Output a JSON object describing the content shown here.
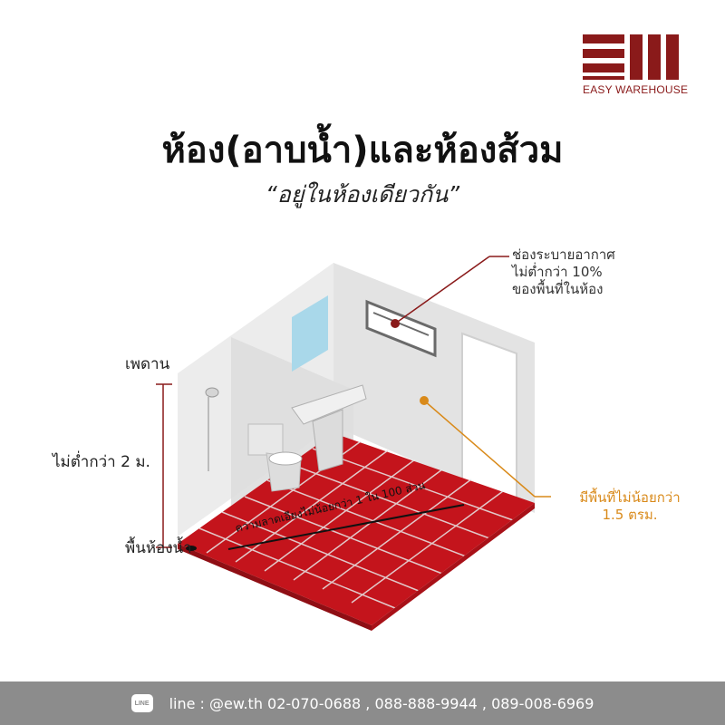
{
  "brand": {
    "name": "EASY WAREHOUSE",
    "color": "#8a1a1a"
  },
  "title": "ห้อง(อาบน้ำ)และห้องส้วม",
  "subtitle": "“อยู่ในห้องเดียวกัน”",
  "annotations": {
    "ventilation": [
      "ช่องระบายอากาศ",
      "ไม่ต่ำกว่า 10%",
      "ของพื้นที่ในห้อง"
    ],
    "area": [
      "มีพื้นที่ไม่น้อยกว่า",
      "1.5 ตรม."
    ],
    "ceiling": "เพดาน",
    "height": "ไม่ต่ำกว่า 2 ม.",
    "floor": "พื้นห้องน้ำ",
    "slope": "ความลาดเอียงไม่น้อยกว่า 1 ใน 100 ส่วน"
  },
  "icons": {
    "line": "line-app-icon",
    "line_badge": "LINE"
  },
  "footer": {
    "text": "line : @ew.th    02-070-0688 , 088-888-9944 , 089-008-6969"
  },
  "colors": {
    "accent": "#8a1a1a",
    "floor_red": "#c4141c",
    "area_orange": "#d98a1a",
    "footer_bg": "#8c8c8c"
  }
}
